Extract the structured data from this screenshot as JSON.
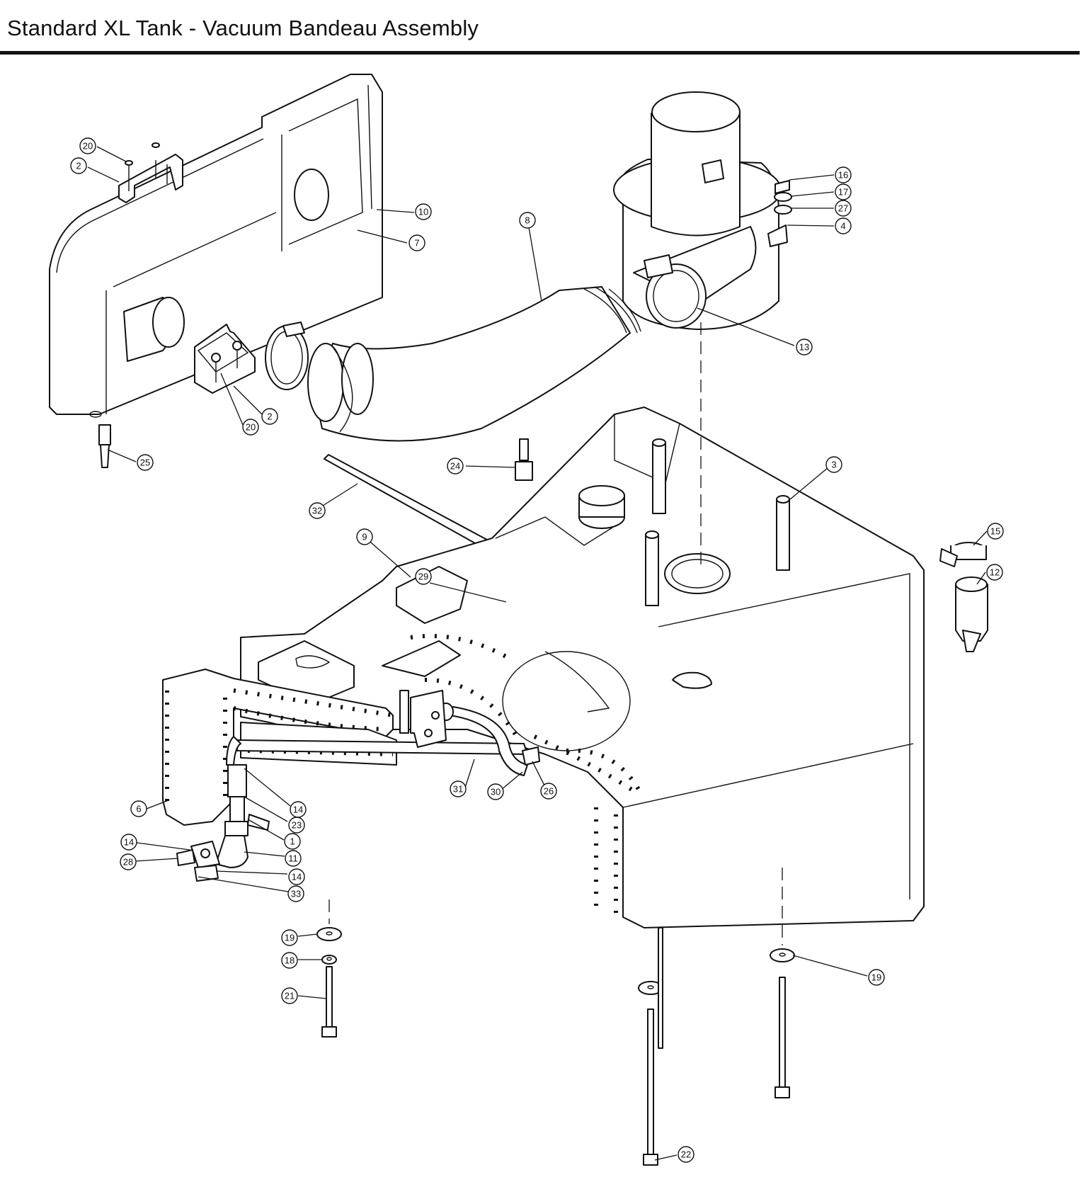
{
  "title": "Standard XL Tank - Vacuum Bandeau Assembly",
  "callouts": [
    {
      "id": "c20a",
      "label": "20"
    },
    {
      "id": "c2a",
      "label": "2"
    },
    {
      "id": "c10",
      "label": "10"
    },
    {
      "id": "c7",
      "label": "7"
    },
    {
      "id": "c8",
      "label": "8"
    },
    {
      "id": "c16",
      "label": "16"
    },
    {
      "id": "c17",
      "label": "17"
    },
    {
      "id": "c27",
      "label": "27"
    },
    {
      "id": "c4",
      "label": "4"
    },
    {
      "id": "c13",
      "label": "13"
    },
    {
      "id": "c2b",
      "label": "2"
    },
    {
      "id": "c20b",
      "label": "20"
    },
    {
      "id": "c25",
      "label": "25"
    },
    {
      "id": "c24",
      "label": "24"
    },
    {
      "id": "c3",
      "label": "3"
    },
    {
      "id": "c32",
      "label": "32"
    },
    {
      "id": "c9",
      "label": "9"
    },
    {
      "id": "c29",
      "label": "29"
    },
    {
      "id": "c15",
      "label": "15"
    },
    {
      "id": "c12",
      "label": "12"
    },
    {
      "id": "c31",
      "label": "31"
    },
    {
      "id": "c30",
      "label": "30"
    },
    {
      "id": "c26",
      "label": "26"
    },
    {
      "id": "c14a",
      "label": "14"
    },
    {
      "id": "c23",
      "label": "23"
    },
    {
      "id": "c6",
      "label": "6"
    },
    {
      "id": "c1",
      "label": "1"
    },
    {
      "id": "c14b",
      "label": "14"
    },
    {
      "id": "c11",
      "label": "11"
    },
    {
      "id": "c28",
      "label": "28"
    },
    {
      "id": "c14c",
      "label": "14"
    },
    {
      "id": "c33",
      "label": "33"
    },
    {
      "id": "c19a",
      "label": "19"
    },
    {
      "id": "c18",
      "label": "18"
    },
    {
      "id": "c21",
      "label": "21"
    },
    {
      "id": "c19b",
      "label": "19"
    },
    {
      "id": "c22",
      "label": "22"
    }
  ]
}
